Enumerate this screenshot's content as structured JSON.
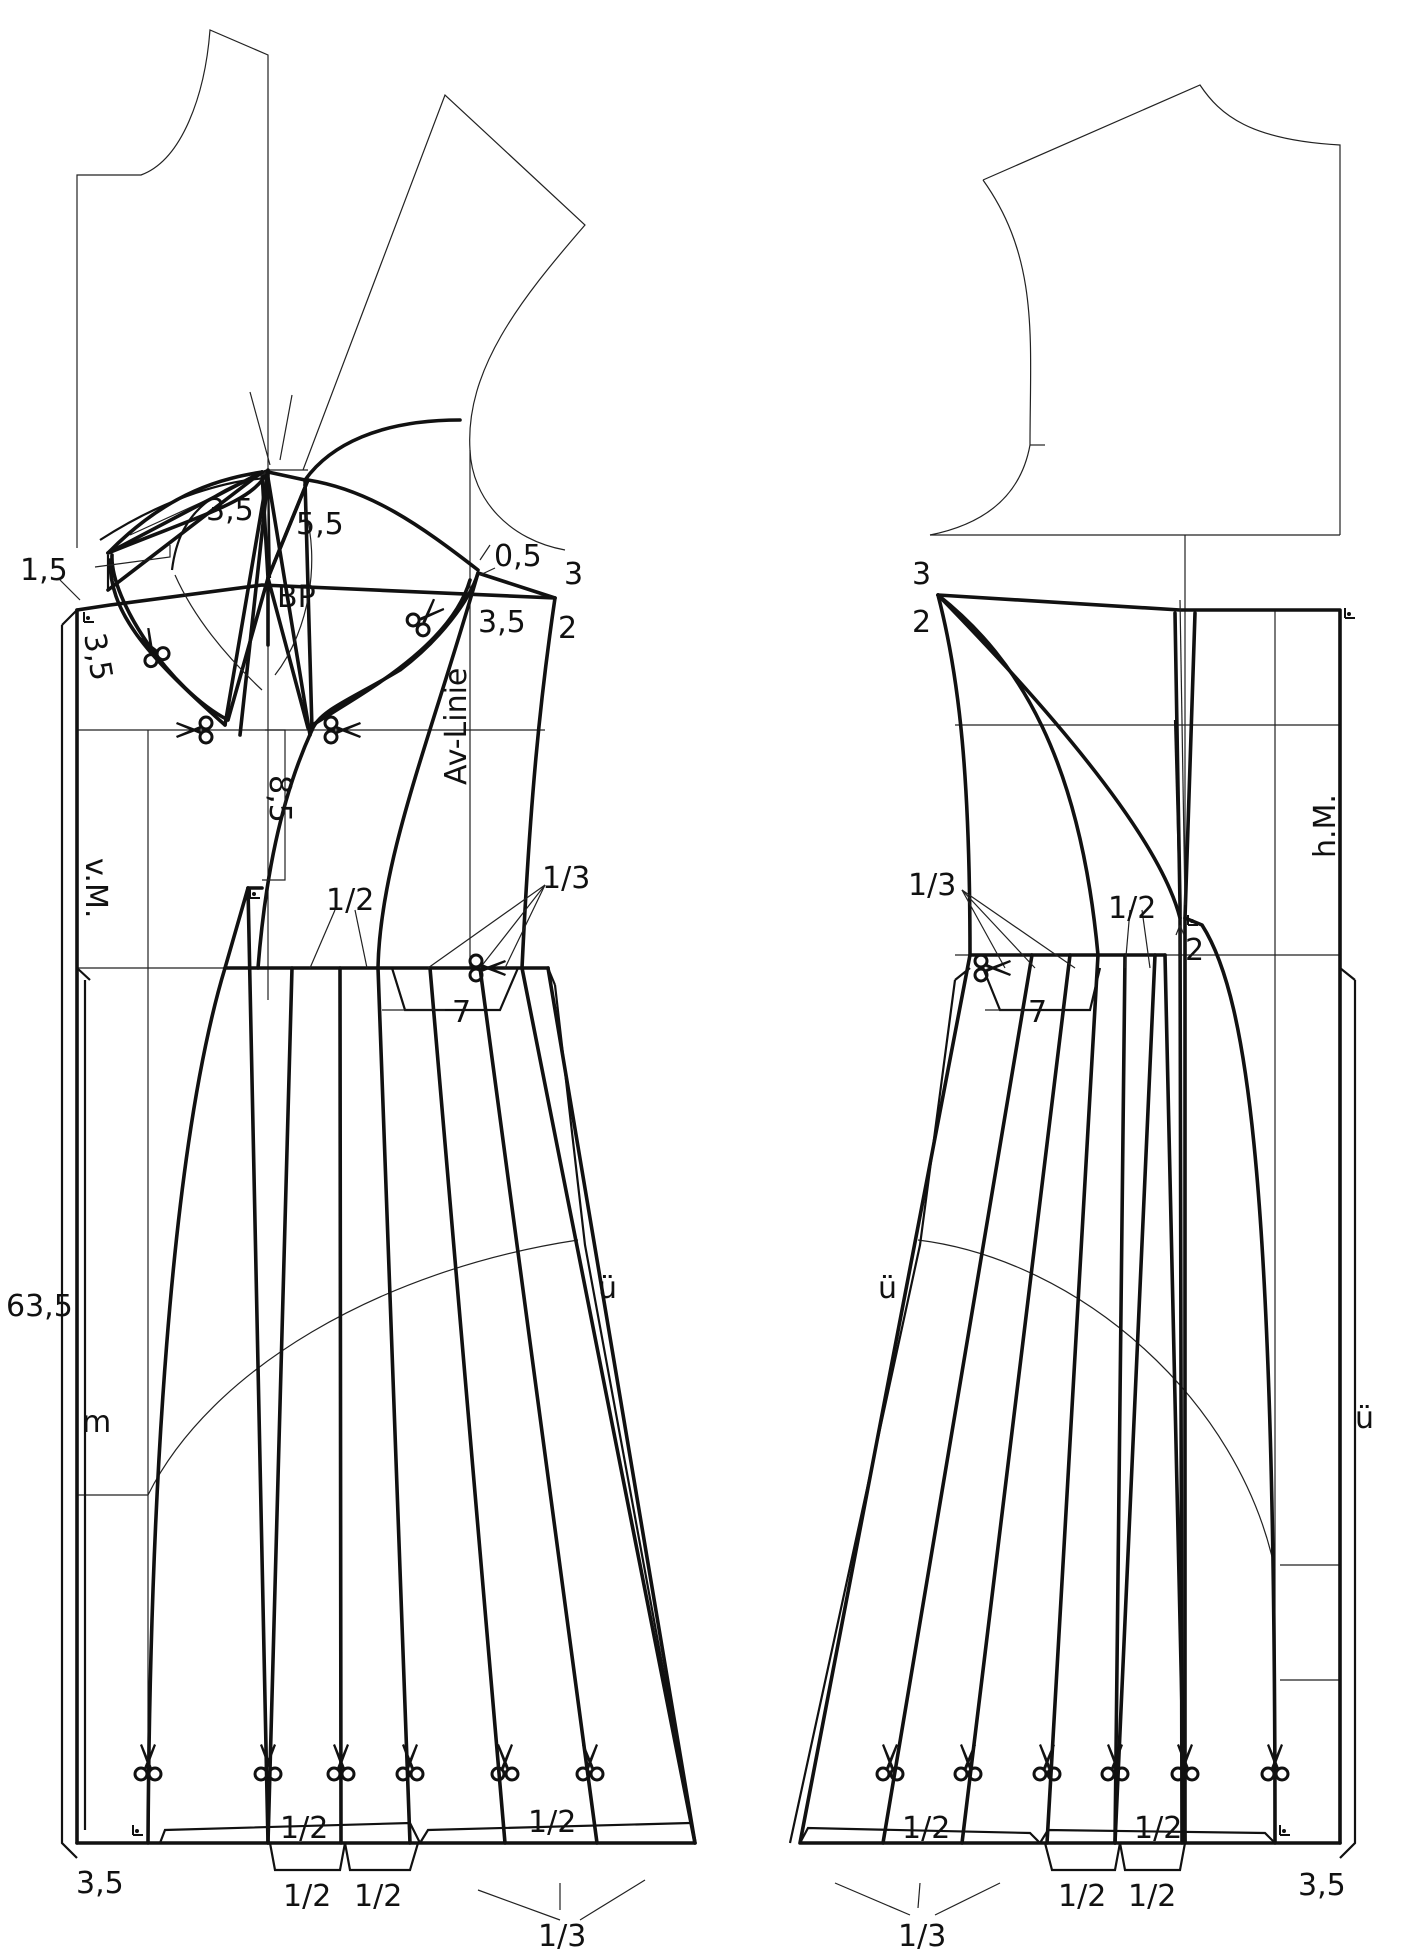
{
  "front": {
    "labels": {
      "bp": "BP",
      "av_linie": "Av-Linie",
      "center_front": "v.M.",
      "m": "m",
      "u_umlaut": "ü",
      "length": "63,5",
      "m_1_5": "1,5",
      "m_3_5_top": "3,5",
      "m_5_5": "5,5",
      "m_3_5_left": "3,5",
      "m_0_5": "0,5",
      "m_3_right": "3",
      "m_3_5_right": "3,5",
      "m_2_right": "2",
      "m_8_5": "8,5",
      "m_1_2_waist": "1/2",
      "m_1_3_waist": "1/3",
      "m_7": "7",
      "m_3_5_hem": "3,5",
      "m_1_2_hem_a": "1/2",
      "m_1_2_hem_b": "1/2",
      "m_1_2_hem_c": "1/2",
      "m_1_2_hem_d": "1/2",
      "m_1_3_hem": "1/3"
    }
  },
  "back": {
    "labels": {
      "center_back": "h.M.",
      "u_umlaut_a": "ü",
      "u_umlaut_b": "ü",
      "m_3_left": "3",
      "m_2_left": "2",
      "m_1_3_waist": "1/3",
      "m_1_2_waist": "1/2",
      "m_2_dart": "2",
      "m_7": "7",
      "m_3_5_hem": "3,5",
      "m_1_2_hem_a": "1/2",
      "m_1_2_hem_b": "1/2",
      "m_1_2_hem_c": "1/2",
      "m_1_2_hem_d": "1/2",
      "m_1_3_hem": "1/3"
    }
  },
  "icons": {
    "scissors": "scissors-icon",
    "right_angle": "right-angle-mark-icon"
  }
}
